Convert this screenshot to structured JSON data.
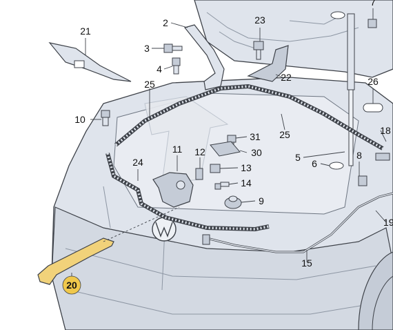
{
  "colors": {
    "body_fill": "#dfe4ec",
    "body_shade": "#c5ccd7",
    "line": "#3d4148",
    "highlight_part": "#f1d27a",
    "highlight_badge": "#f0c84b",
    "arrow_fill": "#e6e9ee"
  },
  "callouts": [
    {
      "id": "p21",
      "text": "21"
    },
    {
      "id": "p2",
      "text": "2"
    },
    {
      "id": "p23",
      "text": "23"
    },
    {
      "id": "p7",
      "text": "7"
    },
    {
      "id": "p3",
      "text": "3"
    },
    {
      "id": "p4",
      "text": "4"
    },
    {
      "id": "p22",
      "text": "22"
    },
    {
      "id": "p25a",
      "text": "25"
    },
    {
      "id": "p26",
      "text": "26"
    },
    {
      "id": "p10",
      "text": "10"
    },
    {
      "id": "p25b",
      "text": "25"
    },
    {
      "id": "p18",
      "text": "18"
    },
    {
      "id": "p31",
      "text": "31"
    },
    {
      "id": "p11",
      "text": "11"
    },
    {
      "id": "p12",
      "text": "12"
    },
    {
      "id": "p30",
      "text": "30"
    },
    {
      "id": "p5",
      "text": "5"
    },
    {
      "id": "p24",
      "text": "24"
    },
    {
      "id": "p13",
      "text": "13"
    },
    {
      "id": "p6",
      "text": "6"
    },
    {
      "id": "p8",
      "text": "8"
    },
    {
      "id": "p14",
      "text": "14"
    },
    {
      "id": "p9",
      "text": "9"
    },
    {
      "id": "p19",
      "text": "19"
    },
    {
      "id": "p15",
      "text": "15"
    },
    {
      "id": "p20",
      "text": "20"
    }
  ]
}
